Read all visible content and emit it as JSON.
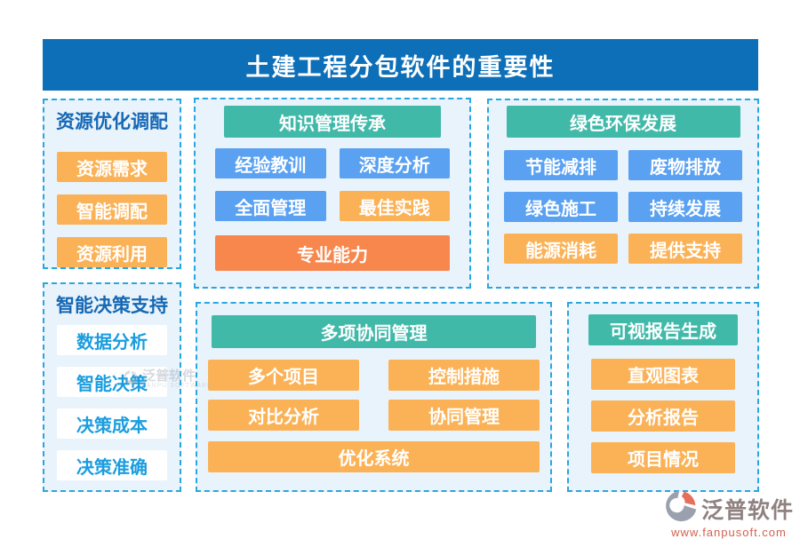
{
  "title": "土建工程分包软件的重要性",
  "panels": {
    "resource": {
      "header": "资源优化调配",
      "items": [
        "资源需求",
        "智能调配",
        "资源利用"
      ]
    },
    "decision": {
      "header": "智能决策支持",
      "items": [
        "数据分析",
        "智能决策",
        "决策成本",
        "决策准确"
      ]
    },
    "knowledge": {
      "header": "知识管理传承",
      "items": [
        "经验教训",
        "深度分析",
        "全面管理",
        "最佳实践",
        "专业能力"
      ]
    },
    "green": {
      "header": "绿色环保发展",
      "items": [
        "节能减排",
        "废物排放",
        "绿色施工",
        "持续发展",
        "能源消耗",
        "提供支持"
      ]
    },
    "collab": {
      "header": "多项协同管理",
      "items": [
        "多个项目",
        "控制措施",
        "对比分析",
        "协同管理",
        "优化系统"
      ]
    },
    "report": {
      "header": "可视报告生成",
      "items": [
        "直观图表",
        "分析报告",
        "项目情况"
      ]
    }
  },
  "watermark": {
    "name": "泛普软件",
    "subtitle": "FANPU SOFTWARE"
  },
  "footer_logo": {
    "name": "泛普软件",
    "url": "www.fanpusoft.com"
  },
  "colors": {
    "title_bar": "#0d6fb8",
    "panel_border": "#2aa6df",
    "panel_bg": "#e9f3fc",
    "teal_header": "#41b9a9",
    "blue_block": "#5aa1f1",
    "orange_block": "#fbb257",
    "deep_orange_block": "#f8874d",
    "side_header_text": "#1668b4",
    "white_block_text": "#1a9ddf",
    "logo_name_text": "#8f8280",
    "logo_url_text": "#d2604f"
  }
}
